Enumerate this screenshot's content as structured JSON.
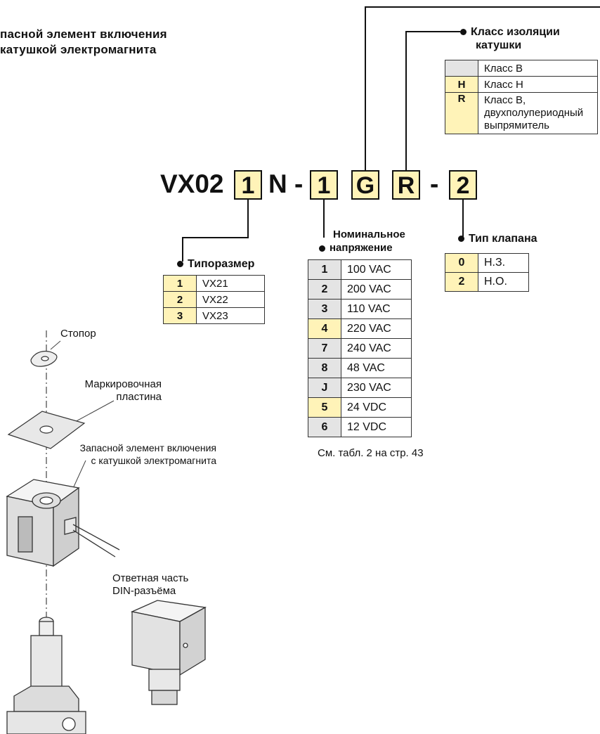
{
  "title_lines": [
    "пасной элемент включения",
    "катушкой электромагнита"
  ],
  "code": {
    "prefix": "VX02",
    "box1": "1",
    "mid": "N -",
    "box2": "1",
    "box3": "G",
    "box4": "R",
    "dash": "-",
    "box5": "2"
  },
  "insulation": {
    "header": [
      "Класс изоляции",
      "катушки"
    ],
    "rows": [
      {
        "key": "",
        "label": "Класс B"
      },
      {
        "key": "H",
        "label": "Класс H"
      },
      {
        "key": "R",
        "label_lines": [
          "Класс B,",
          "двухполупериодный",
          "выпрямитель"
        ]
      }
    ]
  },
  "size": {
    "header": "Типоразмер",
    "rows": [
      {
        "key": "1",
        "label": "VX21"
      },
      {
        "key": "2",
        "label": "VX22"
      },
      {
        "key": "3",
        "label": "VX23"
      }
    ]
  },
  "voltage": {
    "header": [
      "Номинальное",
      "напряжение"
    ],
    "rows": [
      {
        "key": "1",
        "label": "100 VAC"
      },
      {
        "key": "2",
        "label": "200 VAC"
      },
      {
        "key": "3",
        "label": "110 VAC"
      },
      {
        "key": "4",
        "label": "220 VAC"
      },
      {
        "key": "7",
        "label": "240 VAC"
      },
      {
        "key": "8",
        "label": "48 VAC"
      },
      {
        "key": "J",
        "label": "230 VAC"
      },
      {
        "key": "5",
        "label": "24 VDC"
      },
      {
        "key": "6",
        "label": "12 VDC"
      }
    ],
    "note": "См. табл. 2 на стр. 43"
  },
  "valve_type": {
    "header": "Тип клапана",
    "rows": [
      {
        "key": "0",
        "label": "Н.З."
      },
      {
        "key": "2",
        "label": "Н.О."
      }
    ]
  },
  "parts": {
    "stopper": "Стопор",
    "plate": [
      "Маркировочная",
      "пластина"
    ],
    "coil": [
      "Запасной элемент включения",
      "с катушкой электромагнита"
    ],
    "din": [
      "Ответная часть",
      "DIN-разъёма"
    ]
  }
}
